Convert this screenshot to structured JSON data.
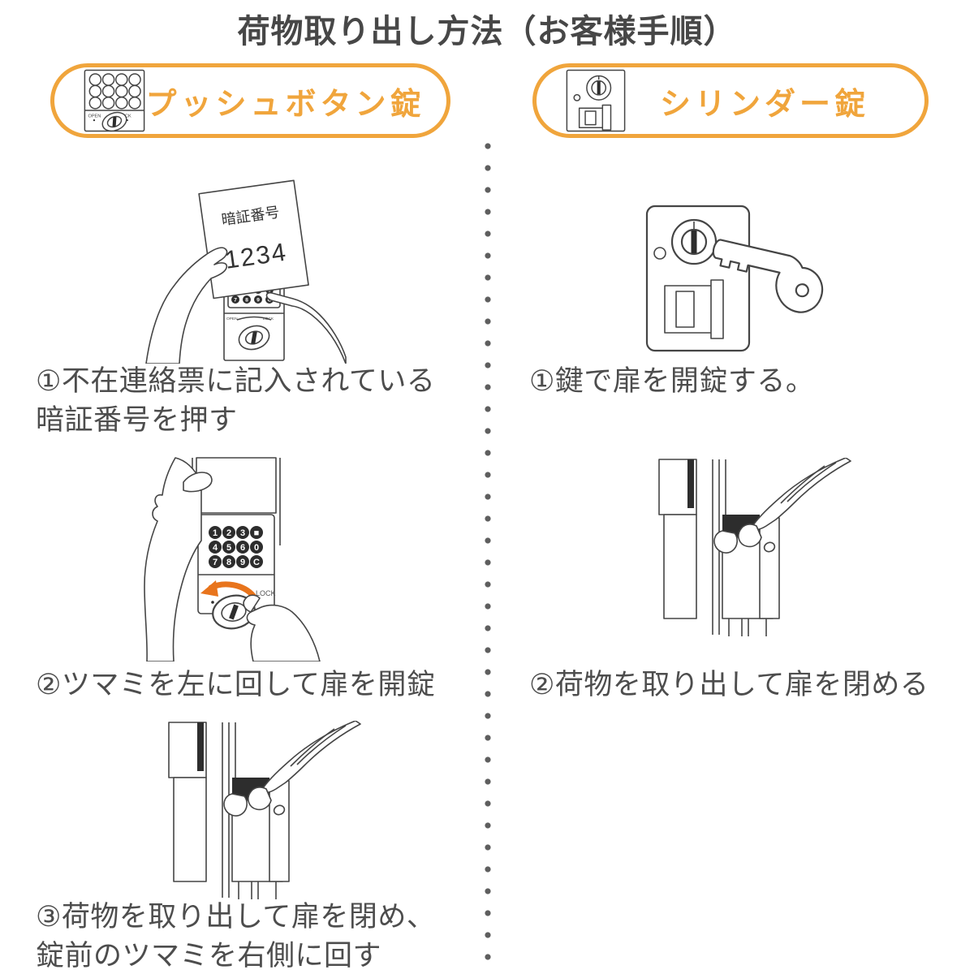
{
  "page_title": "荷物取り出し方法（お客様手順）",
  "colors": {
    "accent_orange": "#F0A53C",
    "arrow_orange": "#E8741C",
    "heading_gray": "#474747",
    "body_gray": "#4D4D4D"
  },
  "divider_style": "vertical-dotted-line",
  "left_column": {
    "badge_label": "プッシュボタン錠",
    "badge_icon": "push-button-lock-icon",
    "lock_labels": {
      "open": "OPEN",
      "lock": "LOCK"
    },
    "keypad_keys": [
      "1",
      "2",
      "3",
      "■",
      "4",
      "5",
      "6",
      "0",
      "7",
      "8",
      "9",
      "C"
    ],
    "step1": {
      "illustration": "hand-holding-code-note-and-pressing-keypad",
      "note_title": "暗証番号",
      "note_code": "1234",
      "caption_line1": "①不在連絡票に記入されている",
      "caption_line2": "暗証番号を押す"
    },
    "step2": {
      "illustration": "hands-turning-knob-left-on-push-button-lock",
      "lock_label": "LOCK",
      "caption_line1": "②ツマミを左に回して扉を開錠"
    },
    "step3": {
      "illustration": "hand-opening-locker-door",
      "caption_line1": "③荷物を取り出して扉を閉め、",
      "caption_line2": "錠前のツマミを右側に回す"
    }
  },
  "right_column": {
    "badge_label": "シリンダー錠",
    "badge_icon": "cylinder-lock-icon",
    "step1": {
      "illustration": "key-unlocking-cylinder-lock",
      "caption_line1": "①鍵で扉を開錠する。"
    },
    "step2": {
      "illustration": "hand-opening-locker-door",
      "caption_line1": "②荷物を取り出して扉を閉める"
    }
  }
}
